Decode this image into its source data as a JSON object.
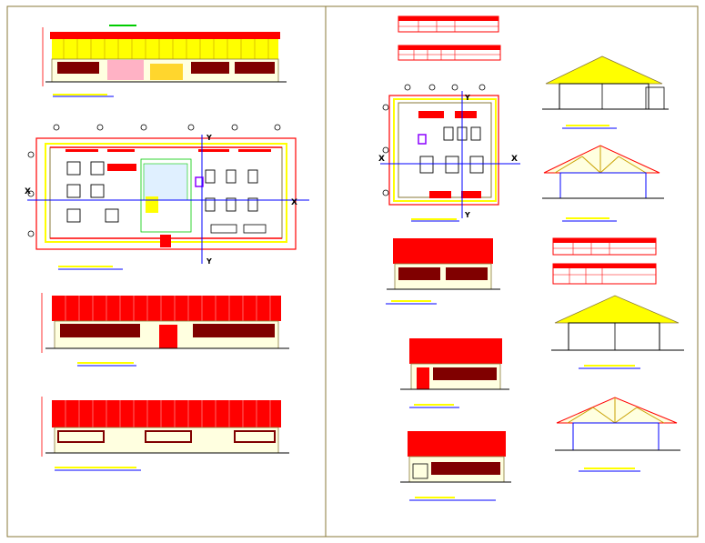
{
  "colors": {
    "roof": "#ff0000",
    "wall": "#ffff00",
    "window": "#800000",
    "frame": "#8a7a3a",
    "dim": "#ff0000",
    "note": "#00cc00",
    "axis": "#0000ff",
    "ink": "#000000"
  },
  "plan_main": {
    "axis_x_left": "X",
    "axis_x_right": "X",
    "axis_y_top": "Y",
    "axis_y_bottom": "Y"
  },
  "plan_small": {
    "axis_x_left": "X",
    "axis_x_right": "X",
    "axis_y_top": "Y",
    "axis_y_bottom": "Y"
  }
}
